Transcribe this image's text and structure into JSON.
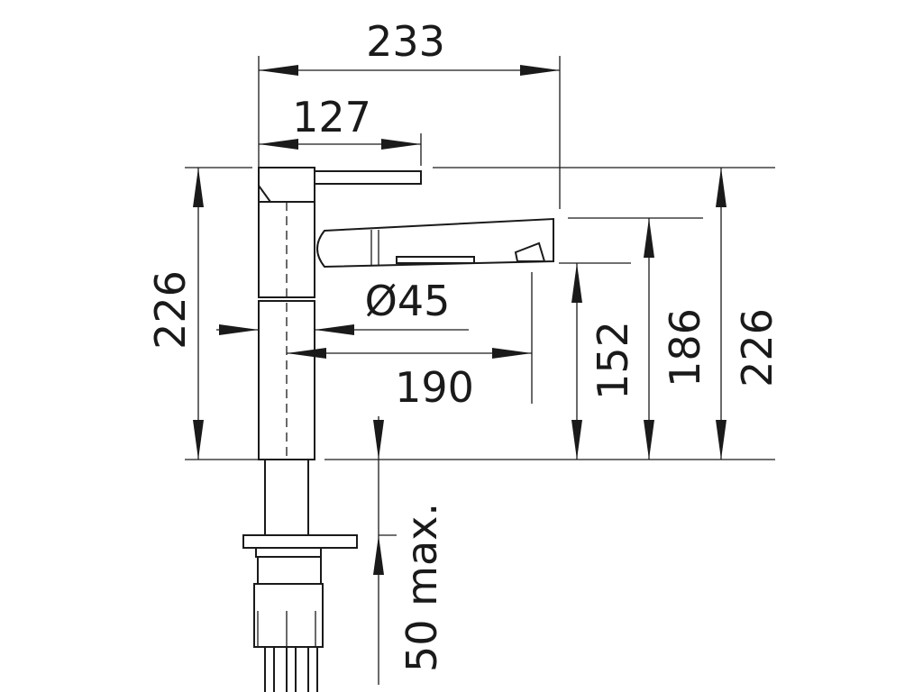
{
  "dimensions": {
    "overall_width": "233",
    "lever_width": "127",
    "left_height": "226",
    "diameter": "Ø45",
    "spout_reach": "190",
    "spout_height": "152",
    "spout_top": "186",
    "right_height": "226",
    "mount_thickness": "50 max."
  },
  "colors": {
    "line": "#1a1a1a",
    "background": "#ffffff"
  }
}
